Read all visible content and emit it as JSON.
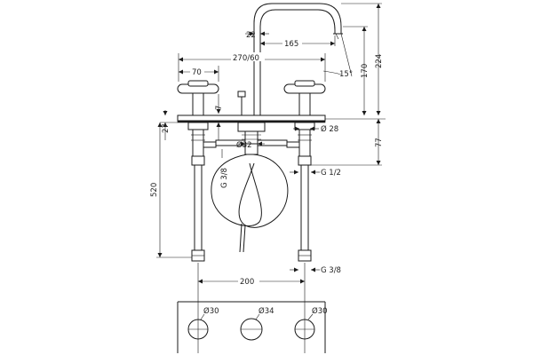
{
  "dimensions": {
    "d22": "22",
    "d165": "165",
    "d270_60": "270/60",
    "d70": "70",
    "d15deg": "15°",
    "d170": "170",
    "d224": "224",
    "d7": "7",
    "d27": "27",
    "d28": "Ø 28",
    "d32": "Ø32",
    "d77": "77",
    "dG38_left": "G 3/8",
    "dG12": "G 1/2",
    "d520": "520",
    "dG38_bottom": "G 3/8",
    "d200": "200",
    "dHole30_left": "Ø30",
    "dHole34": "Ø34",
    "dHole30_right": "Ø30"
  }
}
